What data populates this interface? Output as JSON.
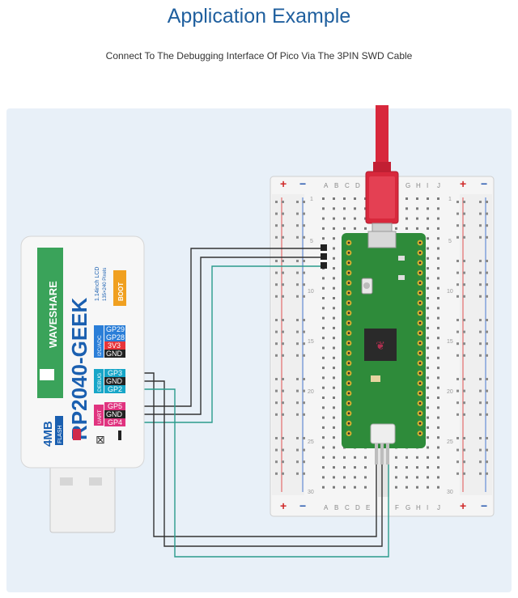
{
  "header": {
    "title": "Application Example",
    "subtitle": "Connect To The Debugging Interface Of Pico Via The 3PIN SWD Cable"
  },
  "geek": {
    "brand": "WAVESHARE",
    "model": "RP2040-GEEK",
    "lcd_line1": "1.14inch LCD",
    "lcd_line2": "135×240 Pixels",
    "boot": "BOOT",
    "flash_size": "4MB",
    "flash_label": "FLASH",
    "groups": {
      "i2c": "I2C/ADC",
      "debug": "DEBUG",
      "uart": "UART"
    },
    "pins": {
      "gp29": "GP29",
      "gp28": "GP28",
      "v3": "3V3",
      "gnd1": "GND",
      "gp3": "GP3",
      "gnd2": "GND",
      "gp2": "GP2",
      "gp5": "GP5",
      "gnd3": "GND",
      "gp4": "GP4"
    }
  },
  "breadboard": {
    "plus": "+",
    "minus": "−",
    "cols_left": [
      "A",
      "B",
      "C",
      "D",
      "E"
    ],
    "cols_right": [
      "F",
      "G",
      "H",
      "I",
      "J"
    ],
    "row_numbers": [
      "1",
      "5",
      "10",
      "15",
      "20",
      "25",
      "30"
    ]
  },
  "colors": {
    "title": "#1f5f9e",
    "panel": "#e8f0f8",
    "pico_green": "#2e8b3a",
    "cable_red": "#d8283c",
    "i2c_blue": "#2a7ed8",
    "debug_cyan": "#17a6c8",
    "uart_pink": "#e0337f",
    "wire_teal": "#2a9b8c"
  }
}
